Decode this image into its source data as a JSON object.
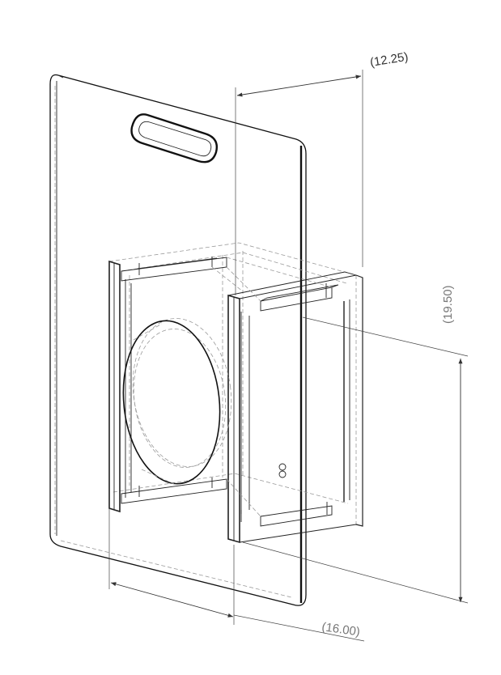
{
  "dimensions": {
    "width_depth": "(12.25)",
    "height": "(19.50)",
    "width": "(16.00)"
  },
  "colors": {
    "line": "#222222",
    "hidden_line": "#9a9a9a",
    "background": "#ffffff"
  }
}
